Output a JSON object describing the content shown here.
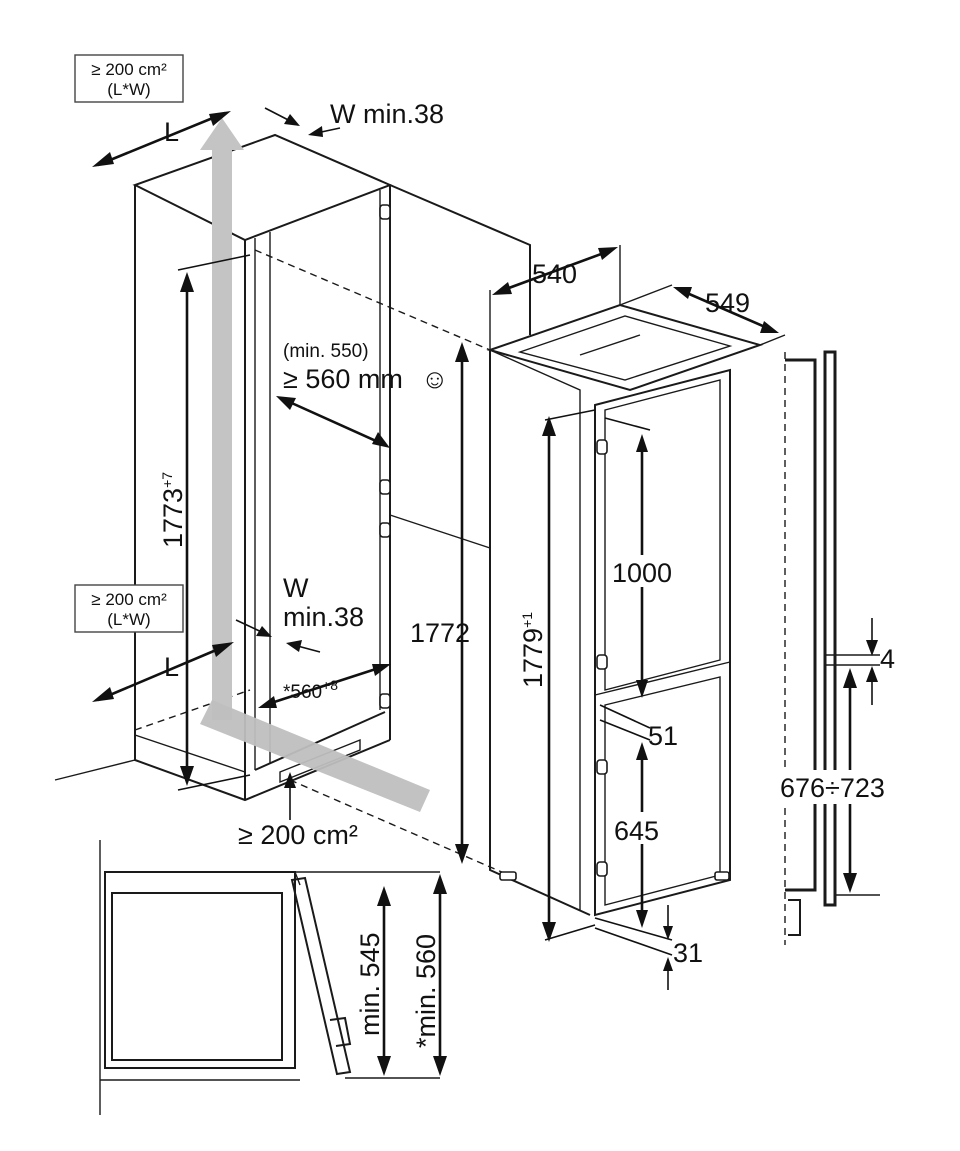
{
  "vent_top": {
    "line1": "≥ 200 cm²",
    "line2": "(L*W)"
  },
  "vent_mid": {
    "line1": "≥ 200 cm²",
    "line2": "(L*W)"
  },
  "vent_bottom": "≥ 200 cm²",
  "gap_top": "W min.38",
  "gap_lower_w": "W",
  "gap_lower_min": "min.38",
  "length_top": "L",
  "length_lower": "L",
  "niche_height_base": "1773",
  "niche_height_tol": "+7",
  "niche_depth_min": "(min. 550)",
  "niche_depth": "≥ 560 mm",
  "smiley": "☺",
  "niche_width_base": "*560",
  "niche_width_tol": "+8",
  "appliance_width": "540",
  "appliance_depth": "549",
  "appliance_height": "1772",
  "door_height_base": "1779",
  "door_height_tol": "+1",
  "upper_door": "1000",
  "door_gap": "51",
  "lower_door": "645",
  "bottom_gap": "31",
  "panel_gap": "4",
  "panel_range": "676÷723",
  "section_min": "min. 545",
  "section_star_min": "*min. 560",
  "colors": {
    "line": "#1a1a1a",
    "airflow": "#c4c4c4",
    "background": "#ffffff"
  }
}
